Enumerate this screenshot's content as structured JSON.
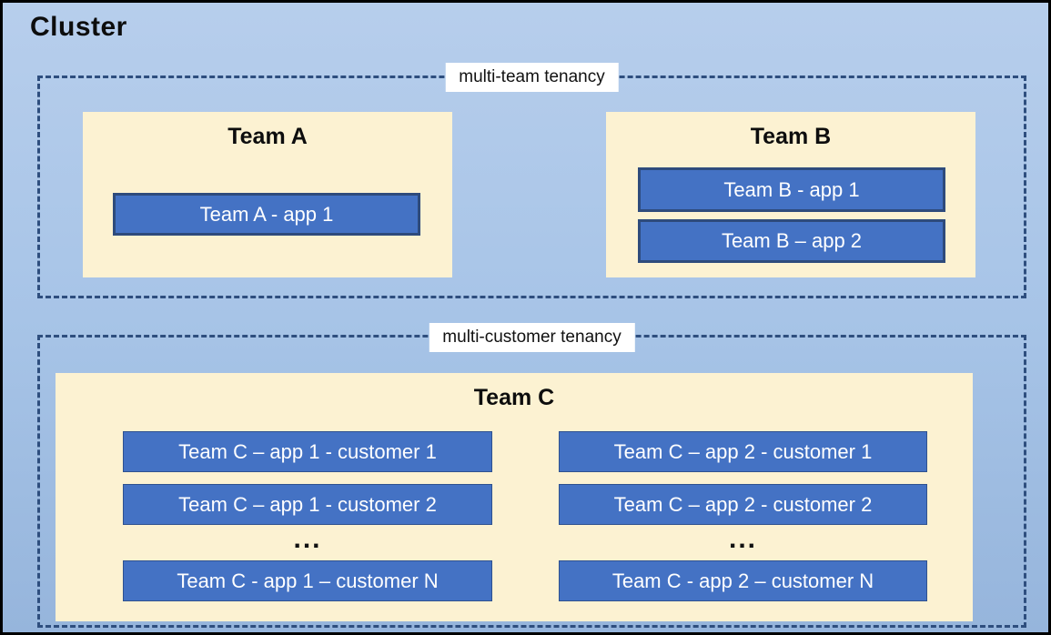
{
  "cluster": {
    "title": "Cluster"
  },
  "sections": [
    {
      "label": "multi-team tenancy",
      "teams": [
        {
          "name": "Team A",
          "apps": [
            "Team A - app 1"
          ]
        },
        {
          "name": "Team B",
          "apps": [
            "Team B - app 1",
            "Team B – app 2"
          ]
        }
      ]
    },
    {
      "label": "multi-customer tenancy",
      "teams": [
        {
          "name": "Team C",
          "columns": [
            {
              "apps": [
                "Team C – app 1 - customer 1",
                "Team C – app 1 - customer 2"
              ],
              "ellipsis": "...",
              "last_app": "Team C - app 1 – customer N"
            },
            {
              "apps": [
                "Team C – app 2 - customer 1",
                "Team C – app 2 - customer 2"
              ],
              "ellipsis": "...",
              "last_app": "Team C - app 2 – customer N"
            }
          ]
        }
      ]
    }
  ],
  "colors": {
    "canvas_gradient_top": "#B7CEEC",
    "canvas_gradient_bottom": "#96B5DC",
    "dashed_border": "#2E4E7E",
    "team_box_fill": "#FCF2D2",
    "app_fill": "#4472C4",
    "app_border": "#2E4B7C",
    "app_text": "#FFFFFF",
    "label_background": "#FFFFFF",
    "outer_border": "#000000",
    "title_text": "#0D0D0D"
  }
}
